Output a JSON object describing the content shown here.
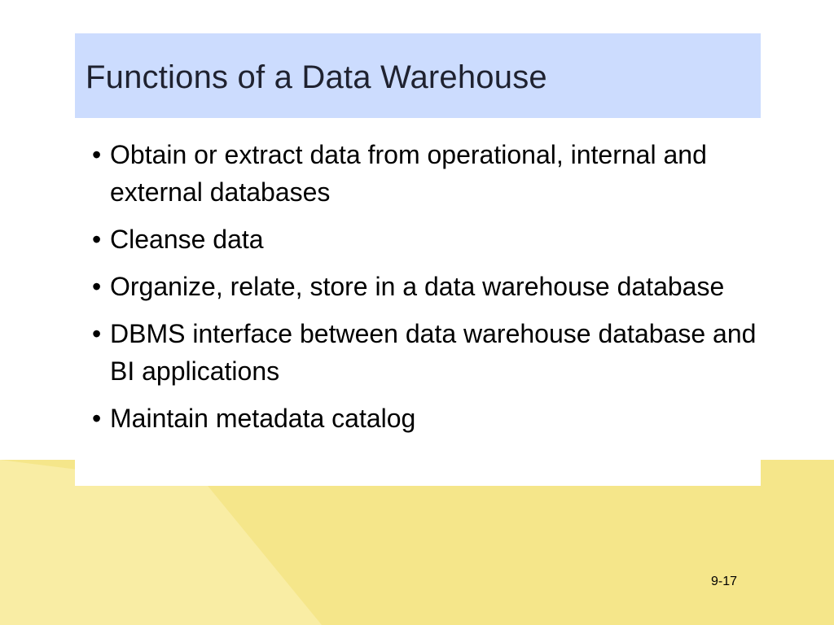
{
  "slide": {
    "title": "Functions of a Data Warehouse",
    "bullets": [
      "Obtain or extract data from operational, internal and external databases",
      "Cleanse data",
      "Organize, relate, store in a data warehouse database",
      "DBMS interface between data warehouse database and BI applications",
      "Maintain metadata catalog"
    ],
    "bullet_glyph": "•",
    "page_number": "9-17"
  },
  "colors": {
    "title_band": "#ccdcfe",
    "title_text": "#1f2230",
    "body_text": "#000000",
    "background_yellow": "#f5e68a",
    "background_yellow_light": "#f9eda4"
  }
}
